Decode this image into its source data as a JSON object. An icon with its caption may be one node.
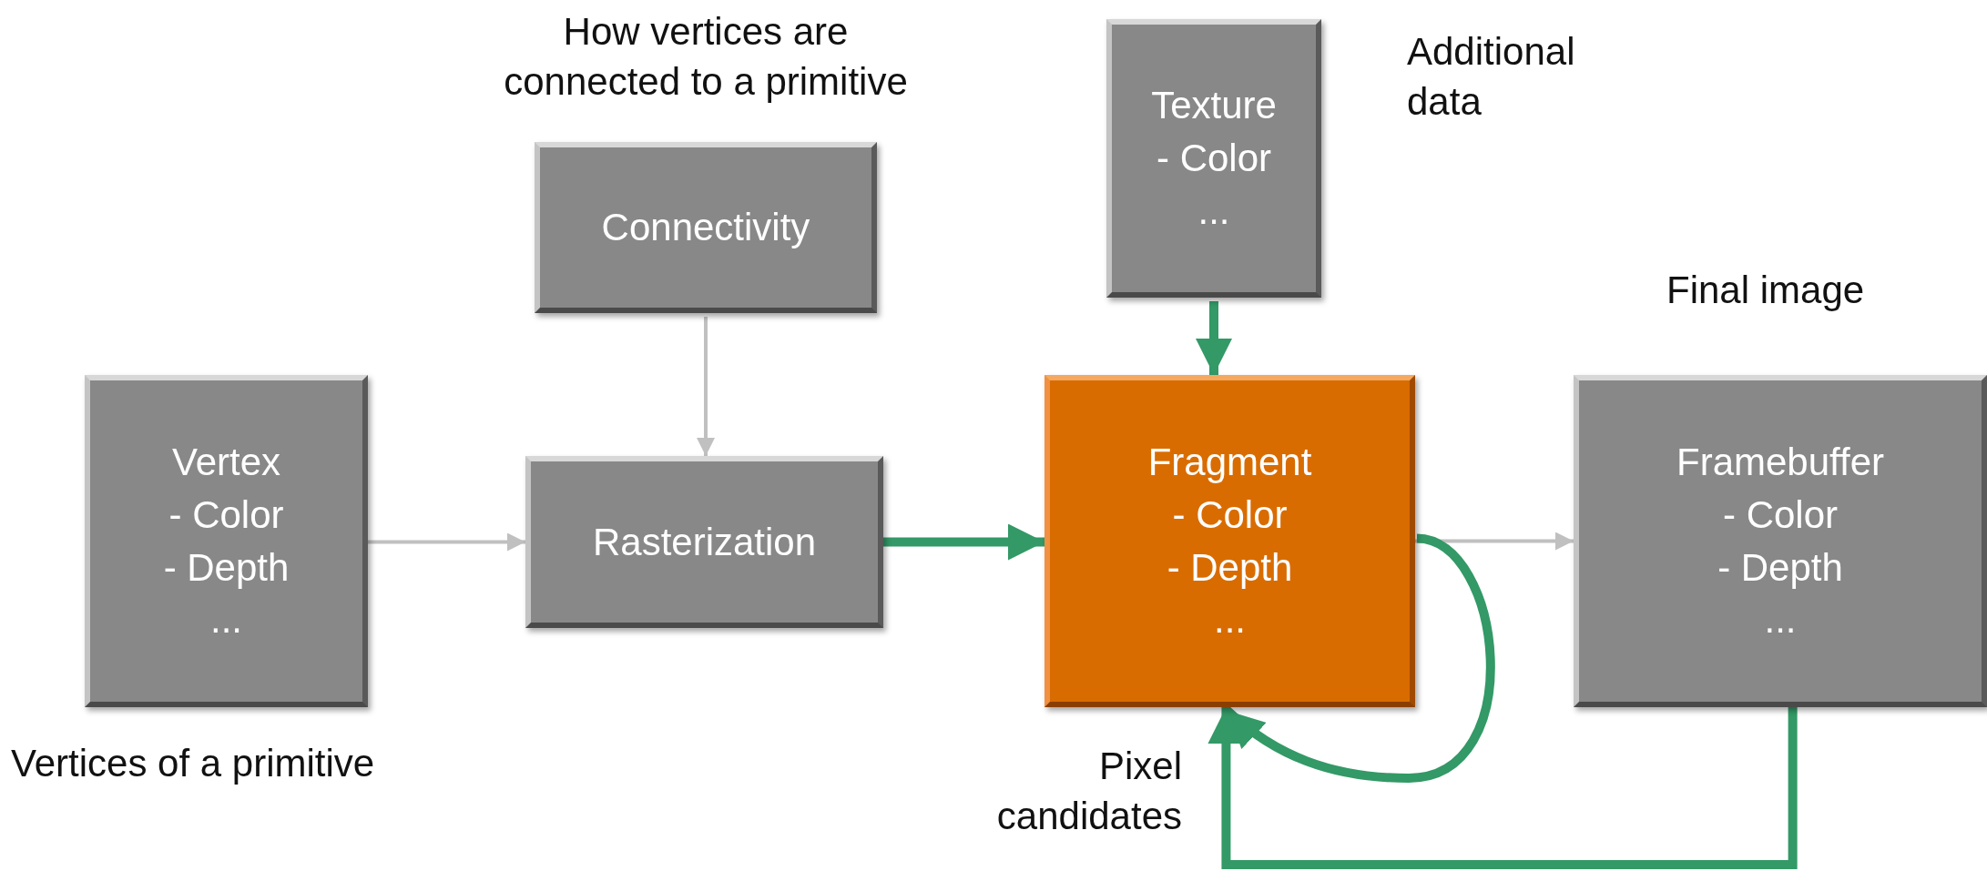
{
  "diagram": {
    "nodes": [
      {
        "text": [
          "Connectivity"
        ],
        "beside": [
          "How vertices are connected to a primitive"
        ]
      },
      {
        "text": [
          "Texture",
          "- Color",
          "..."
        ],
        "beside": [
          "Additional data"
        ]
      },
      {
        "text": [
          "Vertex",
          "- Color",
          "- Depth",
          "..."
        ],
        "beside": [
          "Vertices of a primitive"
        ]
      },
      {
        "text": [
          "Rasterization"
        ]
      },
      {
        "text": [
          "Fragment",
          "- Color",
          "- Depth",
          "..."
        ],
        "beside": [
          "Pixel candidates"
        ]
      },
      {
        "text": [
          "Framebuffer",
          "- Color",
          "- Depth",
          "..."
        ],
        "beside": [
          "Final image"
        ]
      }
    ],
    "edges": [
      {
        "from": 0,
        "to": 3,
        "arrow": "to",
        "color": "#c0c0c0"
      },
      {
        "from": 2,
        "to": 3,
        "arrow": "to",
        "color": "#c0c0c0"
      },
      {
        "from": 3,
        "to": 4,
        "arrow": "to",
        "color": "#339966"
      },
      {
        "from": 1,
        "to": 4,
        "arrow": "to",
        "color": "#339966"
      },
      {
        "from": 4,
        "to": 5,
        "arrow": "to",
        "color": "#c0c0c0"
      },
      {
        "from": 4,
        "to": 4,
        "arrow": "to",
        "color": "#339966"
      },
      {
        "from": 5,
        "to": 4,
        "arrow": "to",
        "color": "#339966"
      }
    ]
  }
}
